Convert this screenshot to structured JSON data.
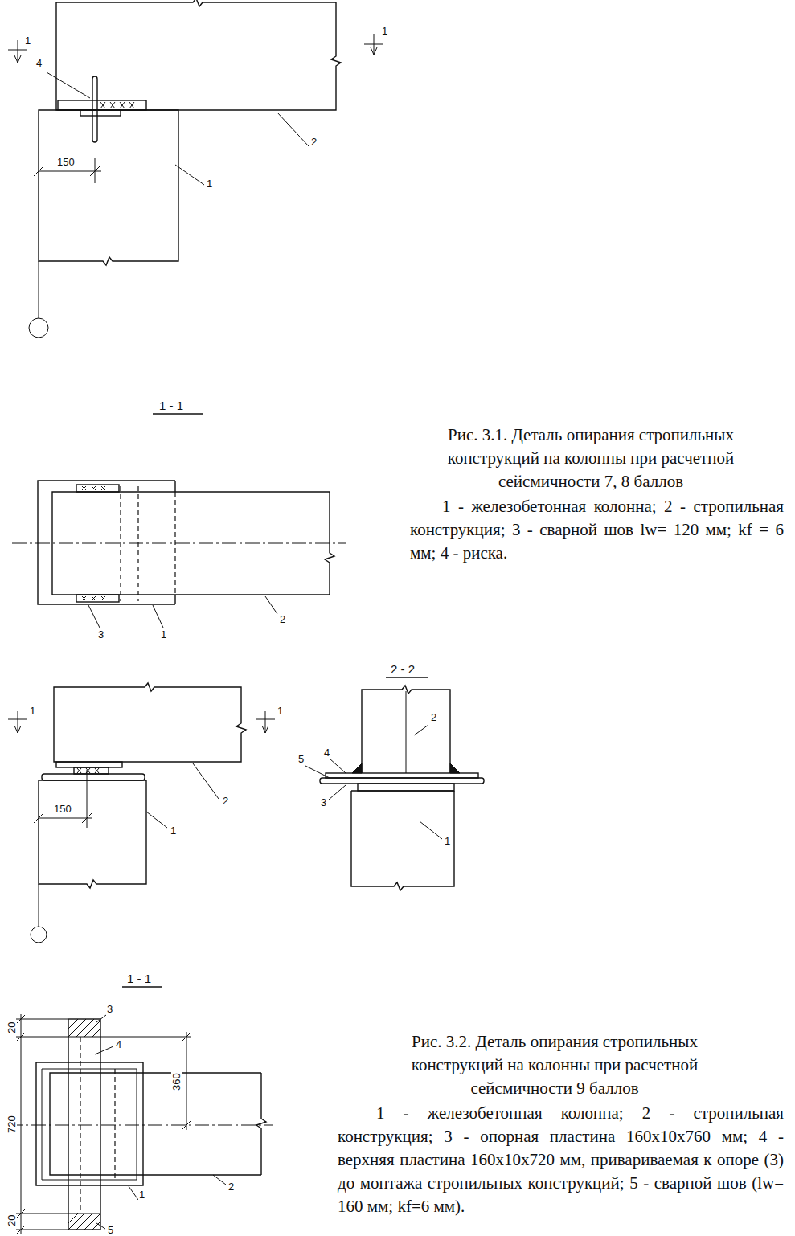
{
  "diagram": {
    "labels": [
      "1",
      "1",
      "4",
      "2",
      "150",
      "1",
      "1 - 1",
      "3",
      "1",
      "2",
      "Рис. 3.1. Деталь опирания стропильных конструкций на колонны при расчетной сейсмичности 7, 8 баллов",
      "1 - железобетонная колонна; 2 - стропильная конструкция; 3 - сварной шов lw= 120 мм; kf = 6 мм; 4 - риска.",
      "1",
      "1",
      "150",
      "1",
      "2",
      "2 - 2",
      "2",
      "4",
      "5",
      "3",
      "1",
      "1 - 1",
      "3",
      "4",
      "20",
      "360",
      "720",
      "20",
      "2",
      "5",
      "1",
      "Рис. 3.2. Деталь опирания стропильных конструкций на колонны при расчетной сейсмичности 9 баллов",
      "1 - железобетонная колонна; 2 - стропильная конструкция; 3 - опорная пластина 160х10х760 мм; 4 - верхняя пластина 160х10х720 мм, привариваемая к опоре (3) до монтажа стропильных конструкций; 5 - сварной шов (lw= 160 мм; kf=6 мм)."
    ]
  }
}
